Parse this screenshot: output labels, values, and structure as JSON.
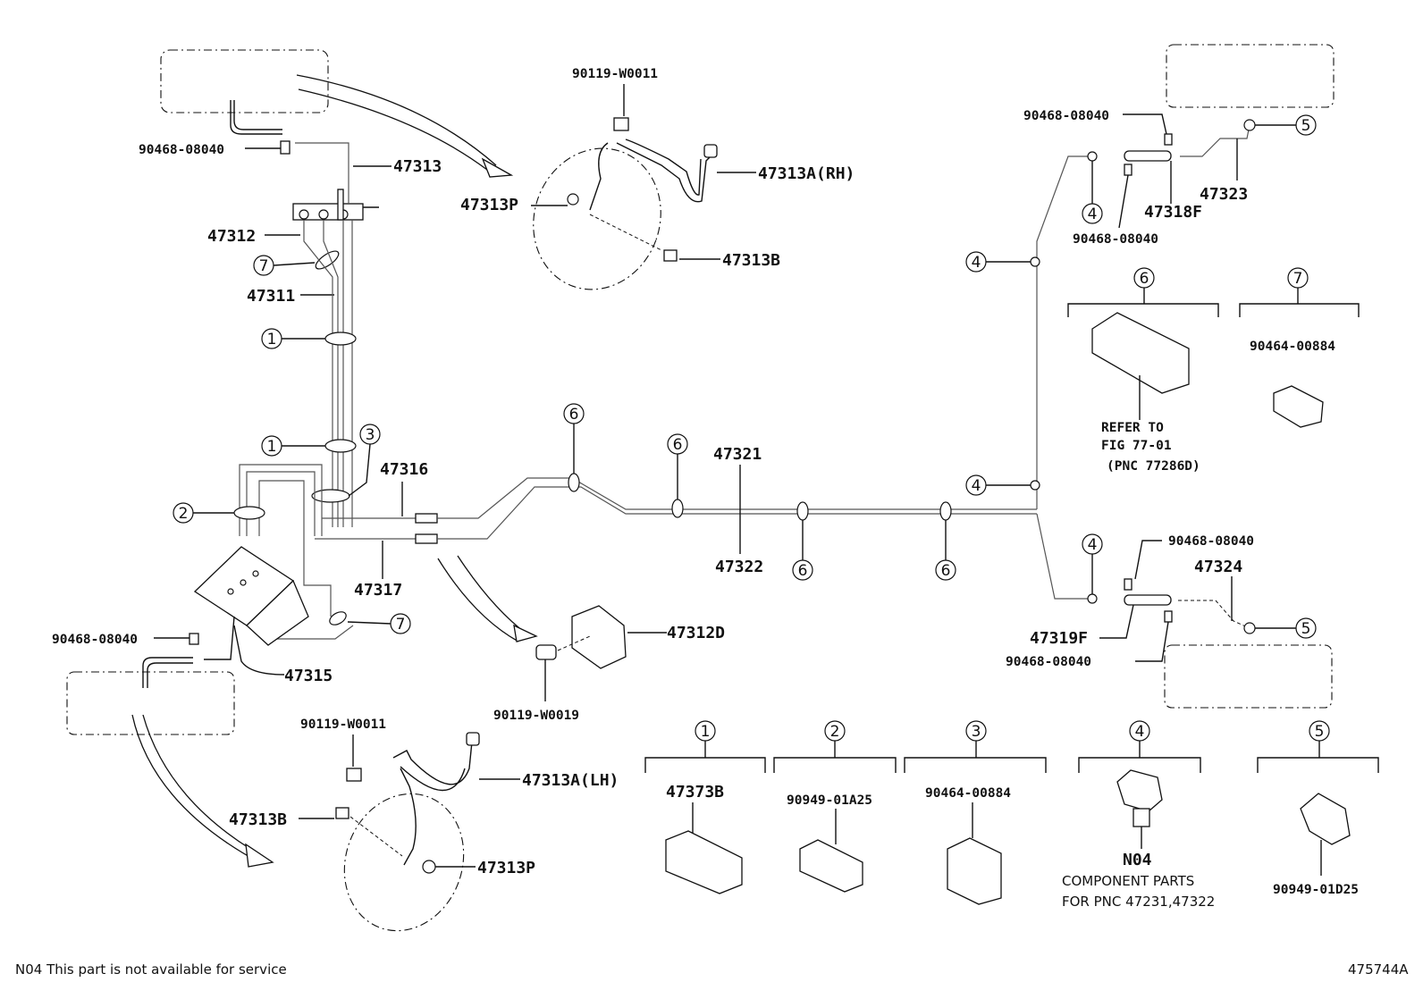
{
  "diagram": {
    "ref_number": "475744A",
    "footnote": "N04 This part is not available for service",
    "parts": {
      "p47313": "47313",
      "p47312": "47312",
      "p47311": "47311",
      "p47316": "47316",
      "p47317": "47317",
      "p47315": "47315",
      "p90468_tl": "90468-08040",
      "p90468_ml": "90468-08040",
      "p90119_top": "90119-W0011",
      "p47313A_rh": "47313A(RH)",
      "p47313P_top": "47313P",
      "p47313B_top": "47313B",
      "p47312D": "47312D",
      "p90119_w0019": "90119-W0019",
      "p90119_bot": "90119-W0011",
      "p47313A_lh": "47313A(LH)",
      "p47313B_bot": "47313B",
      "p47313P_bot": "47313P",
      "p47321": "47321",
      "p47322": "47322",
      "p90468_tr1": "90468-08040",
      "p90468_tr2": "90468-08040",
      "p47318F": "47318F",
      "p47323": "47323",
      "p90468_br1": "90468-08040",
      "p90468_br2": "90468-08040",
      "p47324": "47324",
      "p47319F": "47319F",
      "p90464_7": "90464-00884",
      "refer1": "REFER TO",
      "refer2": "FIG 77-01",
      "refer3": "(PNC 77286D)",
      "leg1_part": "47373B",
      "leg2_part": "90949-01A25",
      "leg3_part": "90464-00884",
      "leg4_part": "N04",
      "leg4_note1": "COMPONENT PARTS",
      "leg4_note2": "FOR PNC 47231,47322",
      "leg5_part": "90949-01D25"
    },
    "callouts": {
      "c1": "1",
      "c2": "2",
      "c3": "3",
      "c4": "4",
      "c5": "5",
      "c6": "6",
      "c7": "7"
    }
  }
}
